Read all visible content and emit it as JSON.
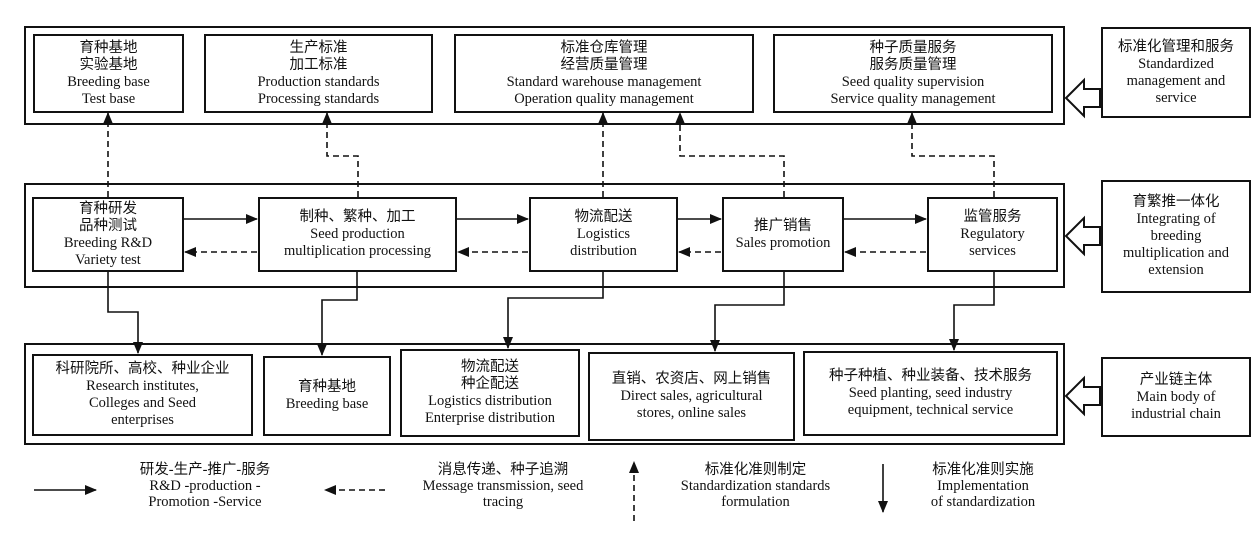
{
  "rows": {
    "top": {
      "boxes": [
        {
          "lines": [
            "育种基地",
            "实验基地",
            "Breeding base",
            "Test base"
          ]
        },
        {
          "lines": [
            "生产标准",
            "加工标准",
            "Production standards",
            "Processing standards"
          ]
        },
        {
          "lines": [
            "标准仓库管理",
            "经营质量管理",
            "Standard warehouse management",
            "Operation quality management"
          ]
        },
        {
          "lines": [
            "种子质量服务",
            "服务质量管理",
            "Seed quality supervision",
            "Service quality management"
          ]
        }
      ],
      "side_label": [
        "标准化管理和服务",
        "Standardized",
        "management and",
        "service"
      ]
    },
    "middle": {
      "boxes": [
        {
          "lines": [
            "育种研发",
            "品种测试",
            "Breeding R&D",
            "Variety test"
          ]
        },
        {
          "lines": [
            "制种、繁种、加工",
            "Seed production",
            "multiplication   processing"
          ]
        },
        {
          "lines": [
            "物流配送",
            "Logistics",
            "distribution"
          ]
        },
        {
          "lines": [
            "推广销售",
            "Sales promotion"
          ]
        },
        {
          "lines": [
            "监管服务",
            "Regulatory",
            "services"
          ]
        }
      ],
      "side_label": [
        "育繁推一体化",
        "Integrating of",
        "breeding",
        "multiplication and",
        "extension"
      ]
    },
    "bottom": {
      "boxes": [
        {
          "lines": [
            "科研院所、高校、种业企业",
            "Research institutes,",
            "Colleges and Seed",
            "enterprises"
          ]
        },
        {
          "lines": [
            "育种基地",
            "Breeding base"
          ]
        },
        {
          "lines": [
            "物流配送",
            "种企配送",
            "Logistics distribution",
            "Enterprise distribution"
          ]
        },
        {
          "lines": [
            "直销、农资店、网上销售",
            "Direct sales, agricultural",
            "stores, online sales"
          ]
        },
        {
          "lines": [
            "种子种植、种业装备、技术服务",
            "Seed planting, seed industry",
            "equipment, technical service"
          ]
        }
      ],
      "side_label": [
        "产业链主体",
        "Main body of",
        "industrial chain"
      ]
    }
  },
  "legend": [
    {
      "kind": "solid-right",
      "lines": [
        "研发-生产-推广-服务",
        "R&D -production -",
        "Promotion -Service"
      ]
    },
    {
      "kind": "dashed-left",
      "lines": [
        "消息传递、种子追溯",
        "Message transmission, seed",
        "tracing"
      ]
    },
    {
      "kind": "dashed-up",
      "lines": [
        "标准化准则制定",
        "Standardization standards",
        "formulation"
      ]
    },
    {
      "kind": "solid-down",
      "lines": [
        "标准化准则实施",
        "Implementation",
        "of standardization"
      ]
    }
  ]
}
